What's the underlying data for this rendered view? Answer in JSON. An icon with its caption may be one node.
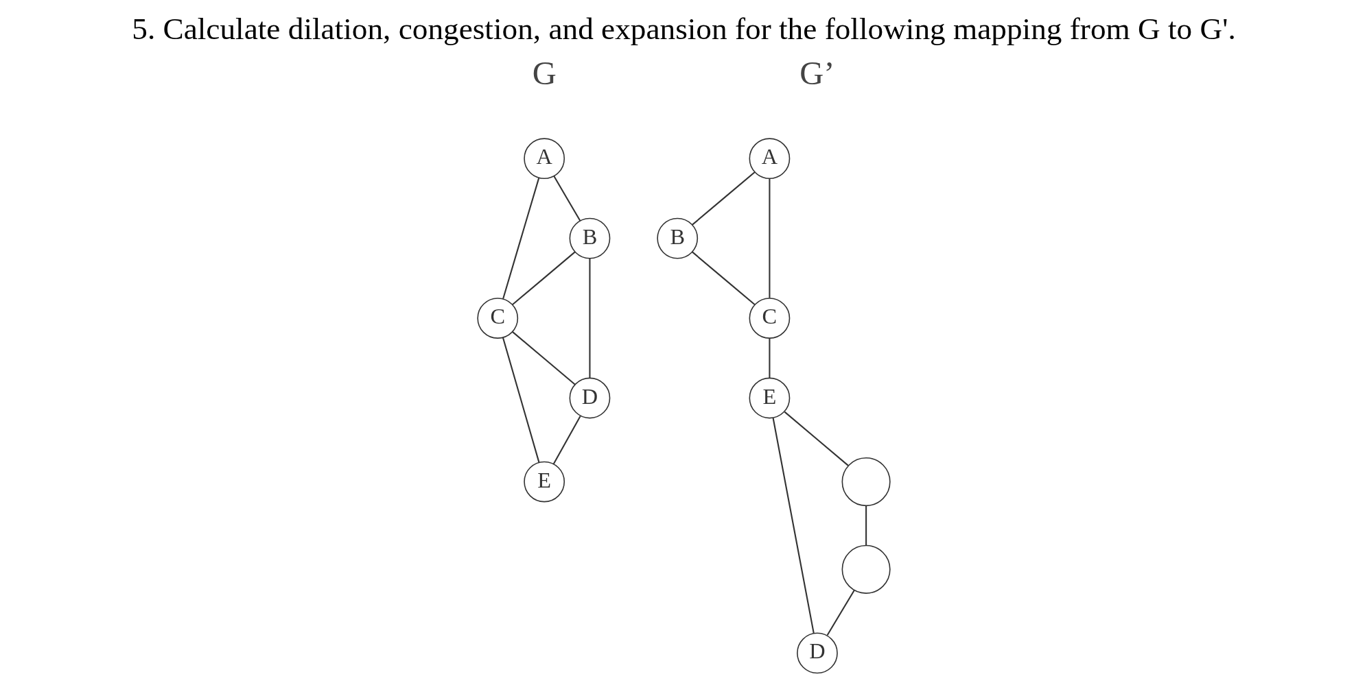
{
  "diagram": {
    "title": "5. Calculate dilation, congestion, and expansion for the following mapping from G to G'.",
    "nodes": [
      {
        "text": [
          "A"
        ]
      },
      {
        "text": [
          "B"
        ]
      },
      {
        "text": [
          "C"
        ]
      },
      {
        "text": [
          "D"
        ]
      },
      {
        "text": [
          "E"
        ]
      },
      {
        "text": [
          "A"
        ]
      },
      {
        "text": [
          "B"
        ]
      },
      {
        "text": [
          "C"
        ]
      },
      {
        "text": [
          "E"
        ]
      },
      {
        "text": [
          "D"
        ]
      },
      {
        "text": [],
        "shape": "circle"
      },
      {
        "text": [],
        "shape": "circle"
      }
    ],
    "edges": [
      {
        "from": 0,
        "to": 1,
        "arrow": "none"
      },
      {
        "from": 0,
        "to": 2,
        "arrow": "none"
      },
      {
        "from": 1,
        "to": 2,
        "arrow": "none"
      },
      {
        "from": 1,
        "to": 3,
        "arrow": "none"
      },
      {
        "from": 2,
        "to": 3,
        "arrow": "none"
      },
      {
        "from": 2,
        "to": 4,
        "arrow": "none"
      },
      {
        "from": 3,
        "to": 4,
        "arrow": "none"
      },
      {
        "from": 5,
        "to": 6,
        "arrow": "none"
      },
      {
        "from": 5,
        "to": 7,
        "arrow": "none"
      },
      {
        "from": 6,
        "to": 7,
        "arrow": "none"
      },
      {
        "from": 7,
        "to": 8,
        "arrow": "none"
      },
      {
        "from": 8,
        "to": 10,
        "arrow": "none"
      },
      {
        "from": 10,
        "to": 11,
        "arrow": "none"
      },
      {
        "from": 11,
        "to": 9,
        "arrow": "none"
      },
      {
        "from": 8,
        "to": 9,
        "arrow": "none"
      }
    ],
    "labels": [
      "G",
      "G’"
    ]
  }
}
